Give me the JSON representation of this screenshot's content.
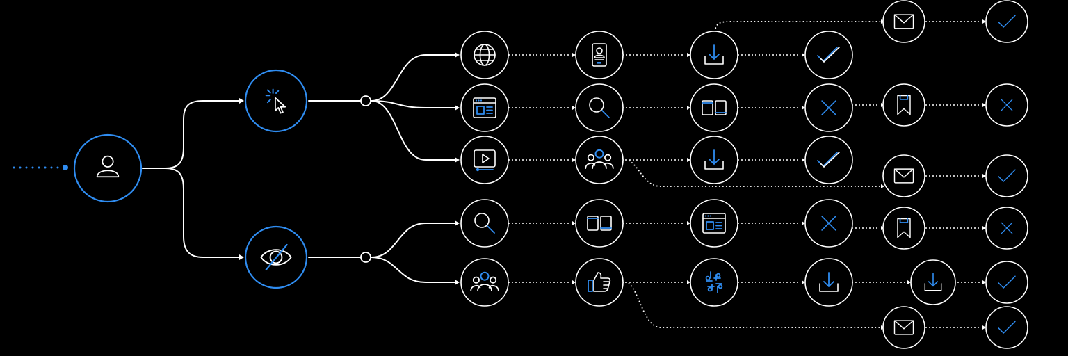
{
  "accent_color": "#2f8cf0",
  "line_color": "#ffffff",
  "background_color": "#000000",
  "nodes": [
    {
      "id": "user",
      "icon": "user-icon"
    },
    {
      "id": "click",
      "icon": "cursor-click-icon"
    },
    {
      "id": "hidden",
      "icon": "eye-slash-icon"
    },
    {
      "id": "a1",
      "icon": "globe-icon"
    },
    {
      "id": "a2",
      "icon": "id-card-icon"
    },
    {
      "id": "a3",
      "icon": "download-icon"
    },
    {
      "id": "a4",
      "icon": "check-icon"
    },
    {
      "id": "b1",
      "icon": "browser-window-icon"
    },
    {
      "id": "b2",
      "icon": "search-icon"
    },
    {
      "id": "b3",
      "icon": "dual-screen-icon"
    },
    {
      "id": "b4",
      "icon": "x-icon"
    },
    {
      "id": "b5",
      "icon": "bookmark-icon"
    },
    {
      "id": "b6",
      "icon": "x-icon"
    },
    {
      "id": "c1",
      "icon": "video-play-icon"
    },
    {
      "id": "c2",
      "icon": "group-icon"
    },
    {
      "id": "c3",
      "icon": "download-icon"
    },
    {
      "id": "c4",
      "icon": "check-icon"
    },
    {
      "id": "d1",
      "icon": "search-icon"
    },
    {
      "id": "d2",
      "icon": "dual-screen-icon"
    },
    {
      "id": "d3",
      "icon": "browser-window-icon"
    },
    {
      "id": "d4",
      "icon": "x-icon"
    },
    {
      "id": "d5",
      "icon": "bookmark-icon"
    },
    {
      "id": "d6",
      "icon": "x-icon"
    },
    {
      "id": "e1",
      "icon": "group-icon"
    },
    {
      "id": "e2",
      "icon": "thumbs-up-icon"
    },
    {
      "id": "e3",
      "icon": "slack-icon"
    },
    {
      "id": "e4",
      "icon": "download-icon"
    },
    {
      "id": "e5",
      "icon": "download-icon"
    },
    {
      "id": "e6",
      "icon": "check-icon"
    },
    {
      "id": "t1",
      "icon": "mail-icon"
    },
    {
      "id": "t2",
      "icon": "check-icon"
    },
    {
      "id": "m1",
      "icon": "mail-icon"
    },
    {
      "id": "m2",
      "icon": "check-icon"
    },
    {
      "id": "n1",
      "icon": "mail-icon"
    },
    {
      "id": "n2",
      "icon": "check-icon"
    }
  ]
}
